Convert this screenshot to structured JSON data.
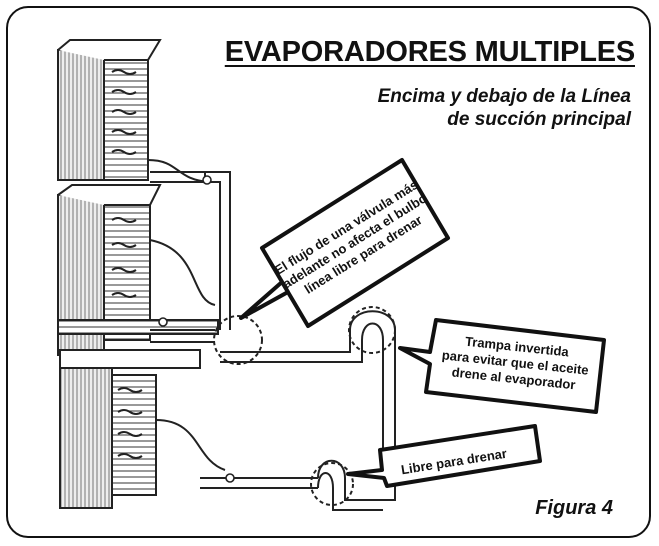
{
  "title": "EVAPORADORES MULTIPLES",
  "subtitle": {
    "line1": "Encima y debajo de la Línea",
    "line2": "de succión principal"
  },
  "callouts": {
    "flow": {
      "lines": [
        "El flujo de una válvula más",
        "adelante no afecta el bulbo",
        "línea libre para drenar"
      ]
    },
    "trap": {
      "lines": [
        "Trampa invertida",
        "para evitar que el aceite",
        "drene al evaporador"
      ]
    },
    "drain": {
      "lines": [
        "Libre para drenar"
      ]
    }
  },
  "figure_label": "Figura 4"
}
